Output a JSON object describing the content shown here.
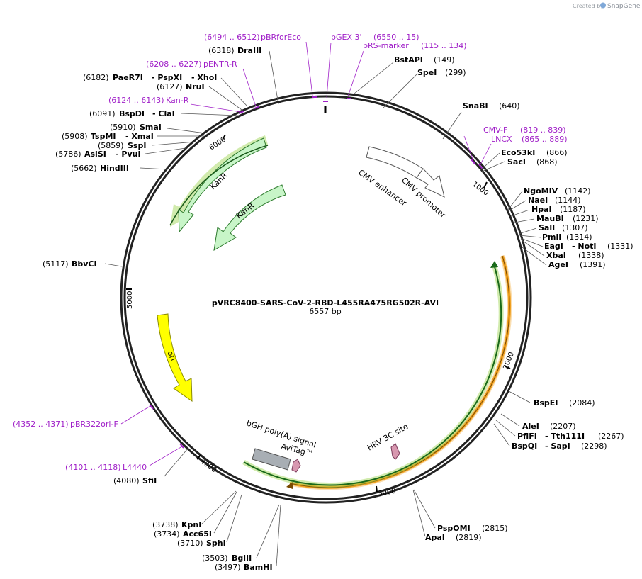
{
  "credit": {
    "prefix": "Created by",
    "brand": "SnapGene"
  },
  "plasmid": {
    "name": "pVRC8400-SARS-CoV-2-RBD-L455RA475RG502R-AVI",
    "size_label": "6557 bp"
  },
  "backbone_ticks": [
    "1000",
    "2000",
    "3000",
    "4000",
    "5000",
    "6000"
  ],
  "enzymes": [
    {
      "id": "draiii",
      "name": "DraIII",
      "pos": "(6318)"
    },
    {
      "id": "bstapi",
      "name": "BstAPI",
      "pos": "(149)"
    },
    {
      "id": "spei",
      "name": "SpeI",
      "pos": "(299)"
    },
    {
      "id": "snabi",
      "name": "SnaBI",
      "pos": "(640)"
    },
    {
      "id": "eco53ki",
      "name": "Eco53kI",
      "pos": "(866)"
    },
    {
      "id": "saci",
      "name": "SacI",
      "pos": "(868)"
    },
    {
      "id": "ngomiv",
      "name": "NgoMIV",
      "pos": "(1142)"
    },
    {
      "id": "naei",
      "name": "NaeI",
      "pos": "(1144)"
    },
    {
      "id": "hpai",
      "name": "HpaI",
      "pos": "(1187)"
    },
    {
      "id": "maubi",
      "name": "MauBI",
      "pos": "(1231)"
    },
    {
      "id": "sali",
      "name": "SalI",
      "pos": "(1307)"
    },
    {
      "id": "pmli",
      "name": "PmlI",
      "pos": "(1314)"
    },
    {
      "id": "eagi",
      "name": "EagI",
      "name2": "- NotI",
      "pos": "(1331)"
    },
    {
      "id": "xbai",
      "name": "XbaI",
      "pos": "(1338)"
    },
    {
      "id": "agei",
      "name": "AgeI",
      "pos": "(1391)"
    },
    {
      "id": "bspei",
      "name": "BspEI",
      "pos": "(2084)"
    },
    {
      "id": "alei",
      "name": "AleI",
      "pos": "(2207)"
    },
    {
      "id": "pflfi",
      "name": "PflFI",
      "name2": "- Tth111I",
      "pos": "(2267)"
    },
    {
      "id": "bspqi",
      "name": "BspQI",
      "name2": "- SapI",
      "pos": "(2298)"
    },
    {
      "id": "psppomi",
      "name": "PspOMI",
      "pos": "(2815)"
    },
    {
      "id": "apai",
      "name": "ApaI",
      "pos": "(2819)"
    },
    {
      "id": "sfii",
      "name": "SfiI",
      "pos": "(4080)"
    },
    {
      "id": "kpni",
      "name": "KpnI",
      "pos": "(3738)"
    },
    {
      "id": "acc65i",
      "name": "Acc65I",
      "pos": "(3734)"
    },
    {
      "id": "sphi",
      "name": "SphI",
      "pos": "(3710)"
    },
    {
      "id": "bglii",
      "name": "BglII",
      "pos": "(3503)"
    },
    {
      "id": "bamhi",
      "name": "BamHI",
      "pos": "(3497)"
    },
    {
      "id": "bbvci",
      "name": "BbvCI",
      "pos": "(5117)"
    },
    {
      "id": "hindiii",
      "name": "HindIII",
      "pos": "(5662)"
    },
    {
      "id": "asisi",
      "name": "AsiSI",
      "name2": "- PvuI",
      "pos": "(5786)"
    },
    {
      "id": "sspi",
      "name": "SspI",
      "pos": "(5859)"
    },
    {
      "id": "tspmi",
      "name": "TspMI",
      "name2": "- XmaI",
      "pos": "(5908)"
    },
    {
      "id": "smai",
      "name": "SmaI",
      "pos": "(5910)"
    },
    {
      "id": "bspdi",
      "name": "BspDI",
      "name2": "- ClaI",
      "pos": "(6091)"
    },
    {
      "id": "nrui",
      "name": "NruI",
      "pos": "(6127)"
    },
    {
      "id": "paer7i",
      "name": "PaeR7I",
      "name2": "- PspXI",
      "name3": "- XhoI",
      "pos": "(6182)"
    }
  ],
  "primers": [
    {
      "id": "pbrforeco",
      "range": "(6494 .. 6512)",
      "name": "pBRforEco"
    },
    {
      "id": "pgex3",
      "name": "pGEX 3'",
      "range": "(6550 .. 15)"
    },
    {
      "id": "prsmarker",
      "name": "pRS-marker",
      "range": "(115 .. 134)"
    },
    {
      "id": "pentrr",
      "range": "(6208 .. 6227)",
      "name": "pENTR-R"
    },
    {
      "id": "kanr-primer",
      "range": "(6124 .. 6143)",
      "name": "Kan-R"
    },
    {
      "id": "cmvf",
      "name": "CMV-F",
      "range": "(819 .. 839)"
    },
    {
      "id": "lncx",
      "name": "LNCX",
      "range": "(865 .. 889)"
    },
    {
      "id": "pbr322ori",
      "range": "(4352 .. 4371)",
      "name": "pBR322ori-F"
    },
    {
      "id": "l4440",
      "range": "(4101 .. 4118)",
      "name": "L4440"
    }
  ],
  "features": [
    {
      "id": "cmv-enhancer",
      "label": "CMV enhancer"
    },
    {
      "id": "cmv-promoter",
      "label": "CMV promoter"
    },
    {
      "id": "kanr-1",
      "label": "KanR"
    },
    {
      "id": "kanr-2",
      "label": "KanR"
    },
    {
      "id": "ori",
      "label": "ori"
    },
    {
      "id": "bgh",
      "label": "bGH poly(A) signal"
    },
    {
      "id": "avitag",
      "label": "AviTag™"
    },
    {
      "id": "hrv3c",
      "label": "HRV 3C site"
    }
  ],
  "colors": {
    "backbone": "#222222",
    "primer": "#a020c8",
    "kanr_fill": "#c8f5c8",
    "kanr_highlight": "#9ad24a",
    "ori_fill": "#ffff00",
    "cds_outer": "#f0a020",
    "cds_inner": "#1a7a1a",
    "bgh_fill": "#a8aeb4",
    "tag_fill": "#d898b0"
  }
}
